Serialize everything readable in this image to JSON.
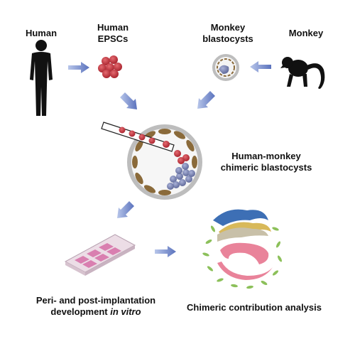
{
  "labels": {
    "human": "Human",
    "human_epscs_line1": "Human",
    "human_epscs_line2": "EPSCs",
    "monkey_blastocysts_line1": "Monkey",
    "monkey_blastocysts_line2": "blastocysts",
    "monkey": "Monkey",
    "chimeric_line1": "Human-monkey",
    "chimeric_line2": "chimeric blastocysts",
    "peri_line1": "Peri- and post-implantation",
    "peri_line2_prefix": "development ",
    "peri_line2_italic": "in vitro",
    "contribution": "Chimeric contribution analysis"
  },
  "colors": {
    "arrow": "#6f86c9",
    "epsc": "#c0303a",
    "trophectoderm": "#8a6a3a",
    "icm": "#7c86b8",
    "zona": "#bdbdbd",
    "plate_wells": "#d97fb0",
    "plate_body": "#ecdde6",
    "embryo_pink": "#e9839a",
    "embryo_blue": "#3d6fb5",
    "embryo_yellow": "#d8b95a",
    "embryo_green": "#8cc05a",
    "silhouette": "#111111"
  }
}
